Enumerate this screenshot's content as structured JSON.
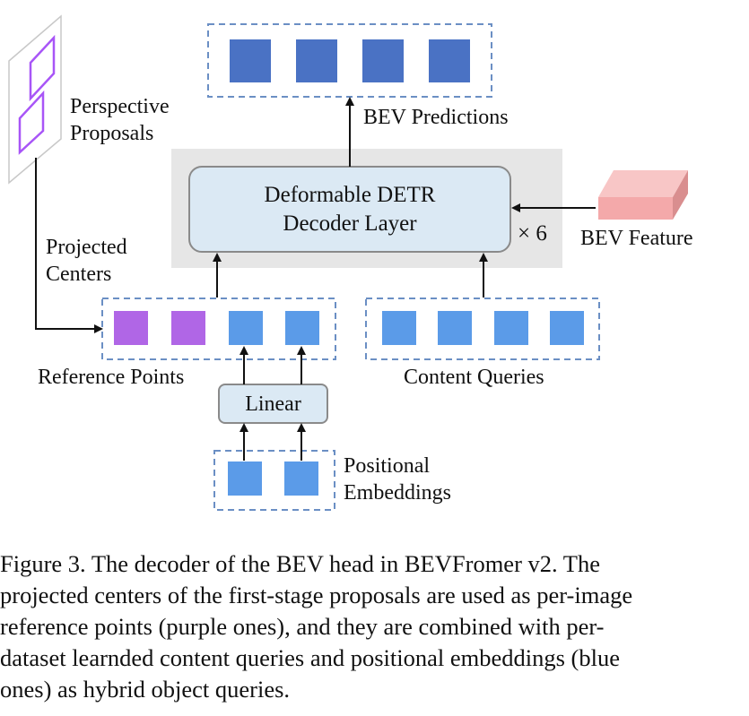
{
  "labels": {
    "perspective_proposals": [
      "Perspective",
      "Proposals"
    ],
    "projected_centers": [
      "Projected",
      "Centers"
    ],
    "bev_predictions": "BEV Predictions",
    "decoder_layer": [
      "Deformable DETR",
      "Decoder Layer"
    ],
    "repeat": "× 6",
    "bev_feature": "BEV Feature",
    "reference_points": "Reference Points",
    "content_queries": "Content Queries",
    "linear": "Linear",
    "positional_embeddings": [
      "Positional",
      "Embeddings"
    ]
  },
  "caption": [
    "Figure 3.  The decoder of the BEV head in BEVFromer v2.  The",
    "projected centers of the first-stage proposals are used as per-image",
    "reference points (purple ones), and they are combined with per-",
    "dataset learnded content queries and positional embeddings (blue",
    "ones) as hybrid object queries."
  ],
  "colors": {
    "prediction_blue": "#4a72c4",
    "query_blue": "#5b9be8",
    "reference_purple": "#b066e6",
    "proposal_outline": "#a855f7",
    "decoder_fill": "#dbe9f4",
    "shade_gray": "#e6e6e6",
    "bev_feature_pink": "#f4a9aa",
    "dashed_border": "#6b8fc4"
  }
}
